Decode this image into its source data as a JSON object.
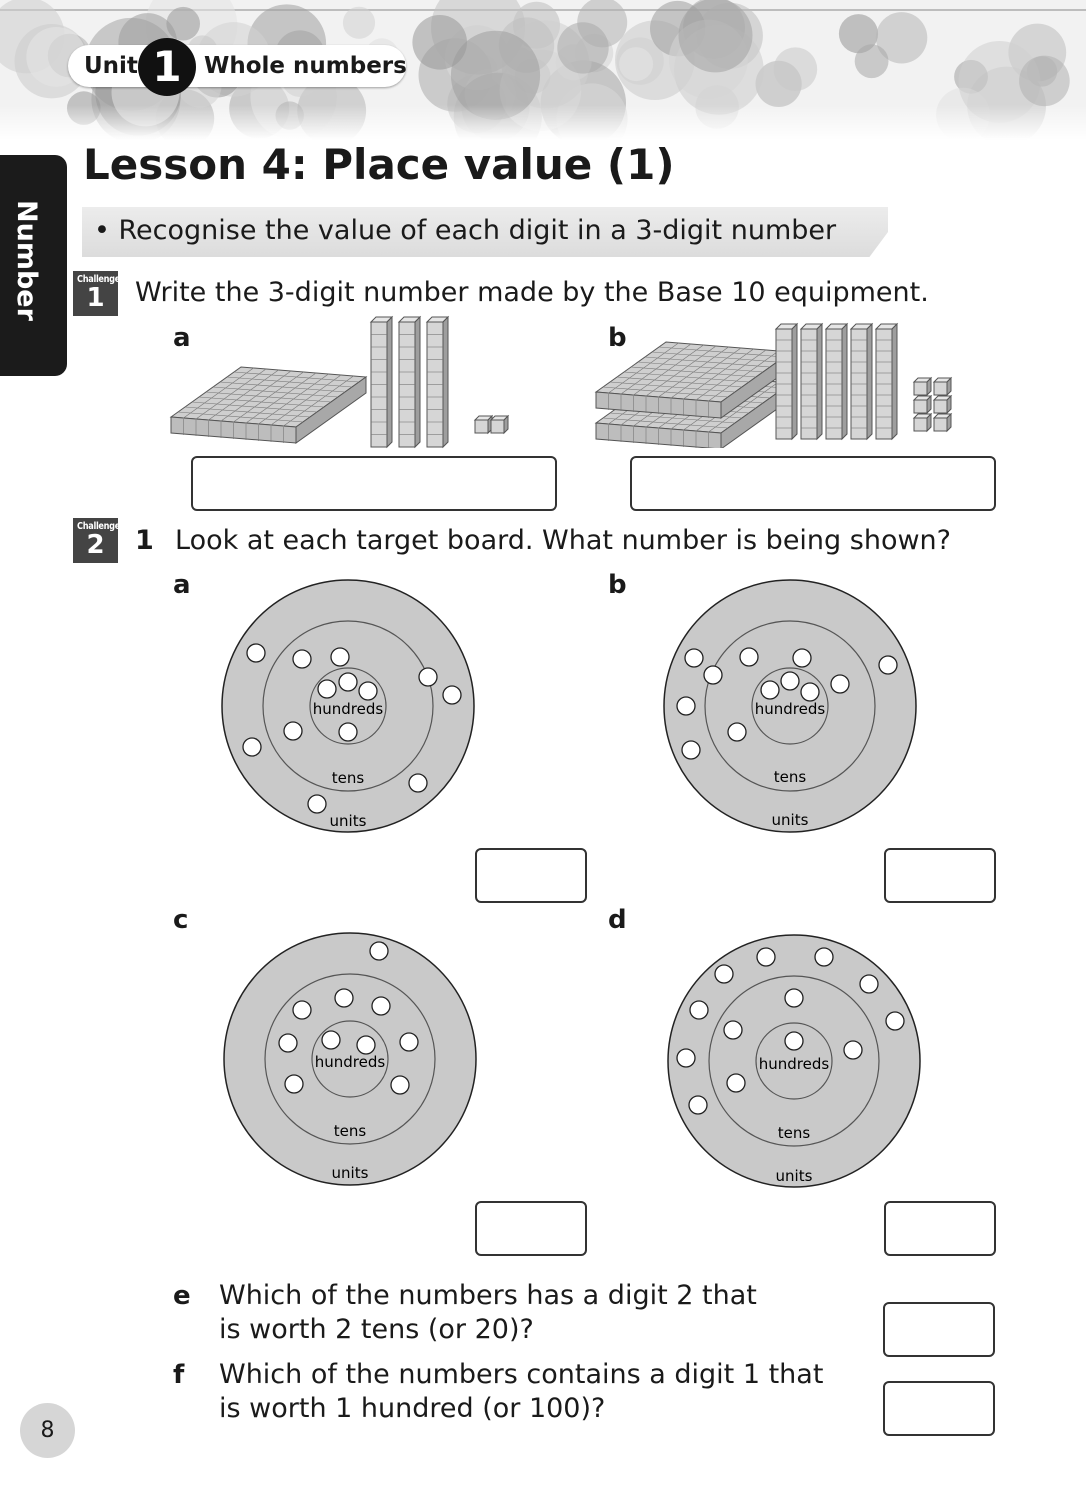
{
  "header": {
    "unit_word": "Unit",
    "unit_number": "1",
    "unit_title": "Whole numbers"
  },
  "side_tab": "Number",
  "lesson": {
    "prefix": "Lesson 4: ",
    "title": "Place value (1)"
  },
  "objective": "• Recognise the value of each digit in a 3-digit number",
  "challenge1": {
    "badge_word": "Challenge",
    "badge_number": "1",
    "question": "Write the 3-digit number made by the Base 10 equipment.",
    "parts": [
      {
        "label": "a",
        "answer": ""
      },
      {
        "label": "b",
        "answer": ""
      }
    ]
  },
  "challenge2": {
    "badge_word": "Challenge",
    "badge_number": "2",
    "question_number": "1",
    "question": "Look at each target board. What number is being shown?",
    "ring_labels": {
      "inner": "hundreds",
      "middle": "tens",
      "outer": "units"
    },
    "boards": [
      {
        "label": "a",
        "answer": ""
      },
      {
        "label": "b",
        "answer": ""
      },
      {
        "label": "c",
        "answer": ""
      },
      {
        "label": "d",
        "answer": ""
      }
    ],
    "part_e": {
      "label": "e",
      "line1": "Which of the numbers has a digit 2 that",
      "line2": "is worth 2 tens (or 20)?",
      "answer": ""
    },
    "part_f": {
      "label": "f",
      "line1": "Which of the numbers contains a digit 1 that",
      "line2": "is worth 1 hundred (or 100)?",
      "answer": ""
    }
  },
  "page_number": "8",
  "colors": {
    "badge": "#444444",
    "side_tab": "#1b1b1b",
    "board_fill": "#c9c9c9"
  }
}
